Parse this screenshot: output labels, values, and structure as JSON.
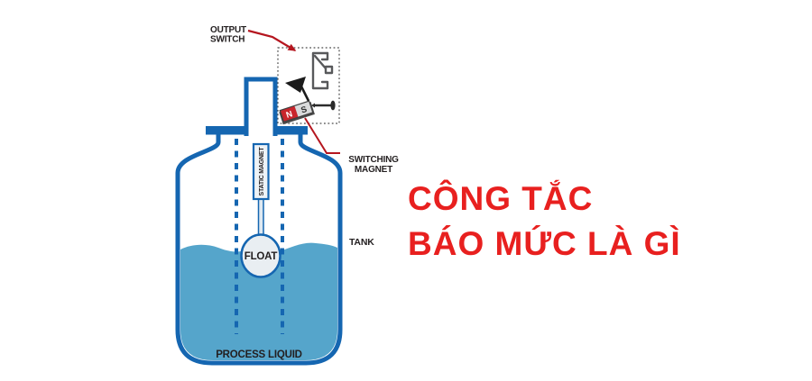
{
  "title": {
    "line1": "CÔNG TẮC",
    "line2": "BÁO MỨC LÀ GÌ"
  },
  "diagram": {
    "output_switch_label": {
      "line1": "OUTPUT",
      "line2": "SWITCH"
    },
    "switching_magnet_label": {
      "line1": "SWITCHING",
      "line2": "MAGNET"
    },
    "tank": "TANK",
    "process_liquid": "PROCESS LIQUID",
    "float": "FLOAT",
    "static_magnet": "STATIC MAGNET",
    "magnet_poles": {
      "north": "N",
      "south": "S"
    }
  },
  "colors": {
    "title_red": "#e8201f",
    "annotation_red": "#b5161f",
    "tank_blue": "#1566b1",
    "liquid_blue": "#55a5cb",
    "magnet_north_red": "#c9252c",
    "magnet_south_gray": "#d9dadb",
    "label_black": "#231f20"
  }
}
